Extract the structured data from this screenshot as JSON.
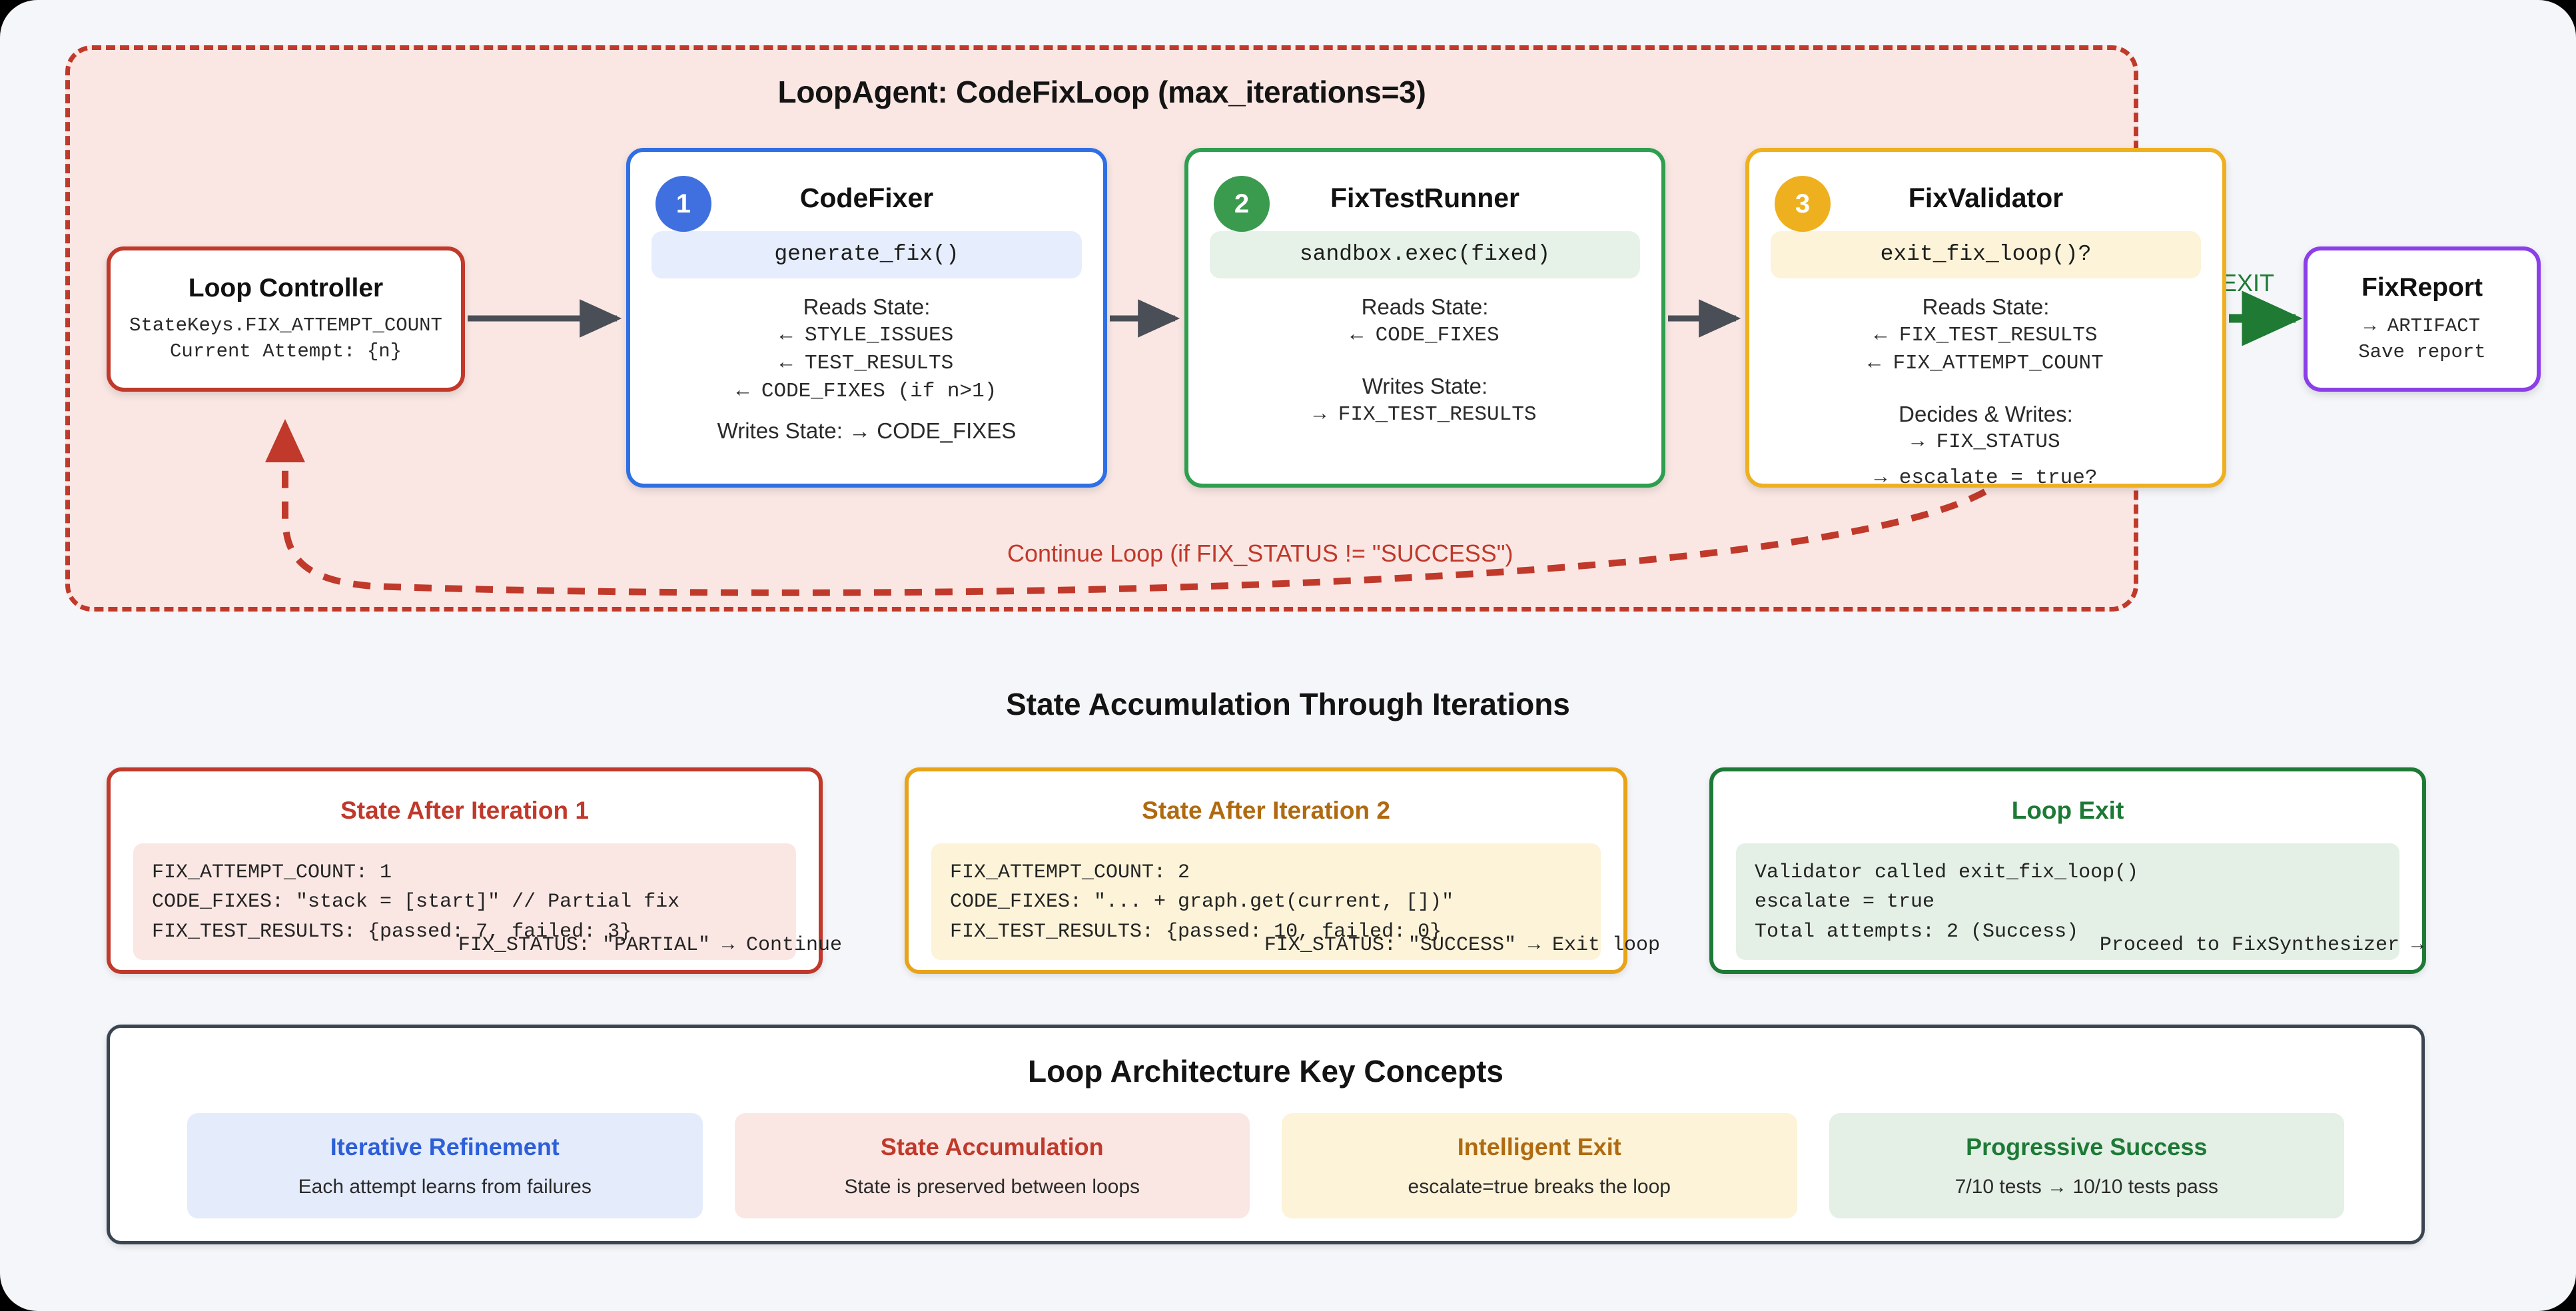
{
  "loop": {
    "title": "LoopAgent: CodeFixLoop (max_iterations=3)",
    "continue_label": "Continue Loop (if FIX_STATUS != \"SUCCESS\")",
    "exit_label": "EXIT"
  },
  "controller": {
    "title": "Loop Controller",
    "line1": "StateKeys.FIX_ATTEMPT_COUNT",
    "line2": "Current Attempt: {n}"
  },
  "agents": [
    {
      "badge": "1",
      "title": "CodeFixer",
      "call": "generate_fix()",
      "reads_label": "Reads State:",
      "reads": [
        "← STYLE_ISSUES",
        "← TEST_RESULTS",
        "← CODE_FIXES (if n>1)"
      ],
      "writes_label": "Writes State: → CODE_FIXES",
      "writes": [],
      "accent": "#2f6fe4"
    },
    {
      "badge": "2",
      "title": "FixTestRunner",
      "call": "sandbox.exec(fixed)",
      "reads_label": "Reads State:",
      "reads": [
        "← CODE_FIXES"
      ],
      "writes_label": "Writes State:",
      "writes": [
        "→ FIX_TEST_RESULTS"
      ],
      "accent": "#2e9e4f"
    },
    {
      "badge": "3",
      "title": "FixValidator",
      "call": "exit_fix_loop()?",
      "reads_label": "Reads State:",
      "reads": [
        "← FIX_TEST_RESULTS",
        "← FIX_ATTEMPT_COUNT"
      ],
      "writes_label": "Decides & Writes:",
      "writes": [
        "→ FIX_STATUS"
      ],
      "overflow": "→ escalate = true?",
      "accent": "#eeb01f"
    }
  ],
  "report": {
    "title": "FixReport",
    "line1": "→ ARTIFACT",
    "line2": "Save report"
  },
  "state_section": {
    "heading": "State Accumulation Through Iterations",
    "cards": [
      {
        "title": "State After Iteration 1",
        "body": [
          "FIX_ATTEMPT_COUNT: 1",
          "CODE_FIXES: \"stack = [start]\" // Partial fix",
          "FIX_TEST_RESULTS: {passed: 7, failed: 3}"
        ],
        "footer": "FIX_STATUS: \"PARTIAL\" → Continue"
      },
      {
        "title": "State After Iteration 2",
        "body": [
          "FIX_ATTEMPT_COUNT: 2",
          "CODE_FIXES: \"... + graph.get(current, [])\"",
          "FIX_TEST_RESULTS: {passed: 10, failed: 0}"
        ],
        "footer": "FIX_STATUS: \"SUCCESS\" → Exit loop"
      },
      {
        "title": "Loop Exit",
        "body": [
          "Validator called exit_fix_loop()",
          "escalate = true",
          "Total attempts: 2 (Success)"
        ],
        "footer": "Proceed to FixSynthesizer →"
      }
    ]
  },
  "key_concepts": {
    "heading": "Loop Architecture Key Concepts",
    "cards": [
      {
        "title": "Iterative Refinement",
        "sub": "Each attempt learns from failures"
      },
      {
        "title": "State Accumulation",
        "sub": "State is preserved between loops"
      },
      {
        "title": "Intelligent Exit",
        "sub": "escalate=true breaks the loop"
      },
      {
        "title": "Progressive Success",
        "sub": "7/10 tests → 10/10 tests pass"
      }
    ]
  },
  "colors": {
    "loop_border": "#c0392b",
    "loop_fill": "#fae7e3",
    "agent1": "#2f6fe4",
    "agent2": "#2e9e4f",
    "agent3": "#eeb01f",
    "report": "#8b3fe8",
    "exit_arrow": "#1f7a33",
    "connector": "#4a4f57",
    "page_bg": "#f4f6f9"
  }
}
